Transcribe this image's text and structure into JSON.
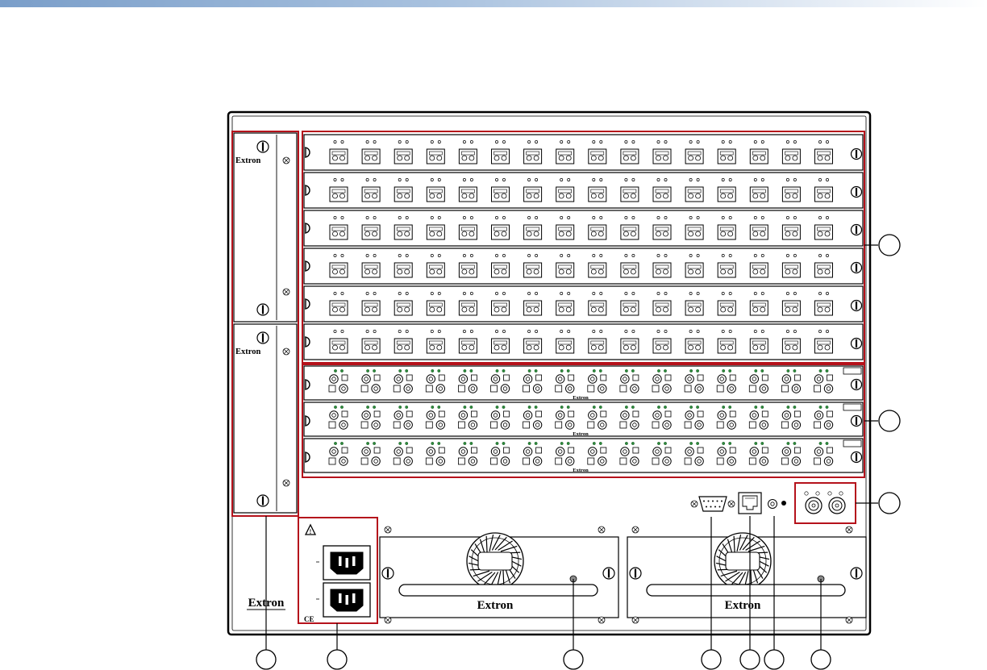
{
  "brand": {
    "logo_text": "Extron",
    "ce_mark": "CE",
    "warning_symbol": "!"
  },
  "callouts": {
    "right": [
      "",
      "",
      ""
    ],
    "bottom": [
      "",
      "",
      "",
      "",
      "",
      "",
      ""
    ]
  },
  "panel": {
    "fiber_board_count": 6,
    "coax_board_count": 3,
    "ports_per_board": 16,
    "power_inlet_count": 2,
    "fan_module_count": 2
  },
  "colors": {
    "callout_box": "#b5121b",
    "coax_led": "#2e8b3d",
    "line": "#000000",
    "topbar_start": "#7a9ec9"
  }
}
